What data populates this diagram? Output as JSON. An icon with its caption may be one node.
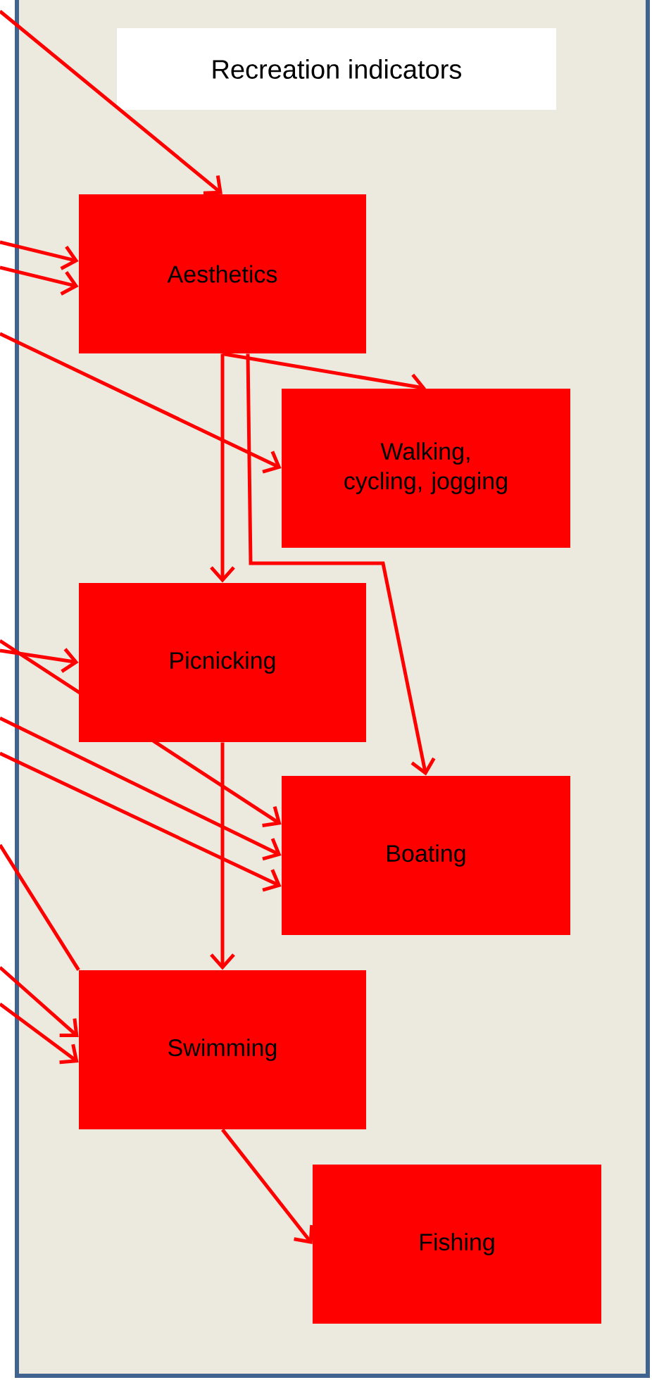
{
  "diagram": {
    "nodes": [
      {
        "text": [
          "Recreation indicators"
        ]
      },
      {
        "text": [
          "Aesthetics"
        ],
        "in": 0
      },
      {
        "text": [
          "Walking, cycling, jogging"
        ],
        "in": 0
      },
      {
        "text": [
          "Picnicking"
        ],
        "in": 0
      },
      {
        "text": [
          "Boating"
        ],
        "in": 0
      },
      {
        "text": [
          "Swimming"
        ],
        "in": 0
      },
      {
        "text": [
          "Fishing"
        ],
        "in": 0
      }
    ],
    "edges": [
      {
        "from": null,
        "to": 1,
        "arrow": "to"
      },
      {
        "from": null,
        "to": 1,
        "arrow": "to"
      },
      {
        "from": null,
        "to": 1,
        "arrow": "to"
      },
      {
        "from": null,
        "to": 2,
        "arrow": "to"
      },
      {
        "from": 1,
        "to": 2,
        "arrow": "to"
      },
      {
        "from": 1,
        "to": 3,
        "arrow": "to"
      },
      {
        "from": 1,
        "to": 4,
        "arrow": "to"
      },
      {
        "from": null,
        "to": 3,
        "arrow": "to"
      },
      {
        "from": null,
        "to": 4,
        "arrow": "to"
      },
      {
        "from": null,
        "to": 4,
        "arrow": "to"
      },
      {
        "from": null,
        "to": 4,
        "arrow": "to"
      },
      {
        "from": 3,
        "to": 5,
        "arrow": "to"
      },
      {
        "from": null,
        "to": 5,
        "arrow": "none"
      },
      {
        "from": null,
        "to": 5,
        "arrow": "to"
      },
      {
        "from": null,
        "to": 5,
        "arrow": "to"
      },
      {
        "from": 5,
        "to": 6,
        "arrow": "to"
      }
    ]
  }
}
